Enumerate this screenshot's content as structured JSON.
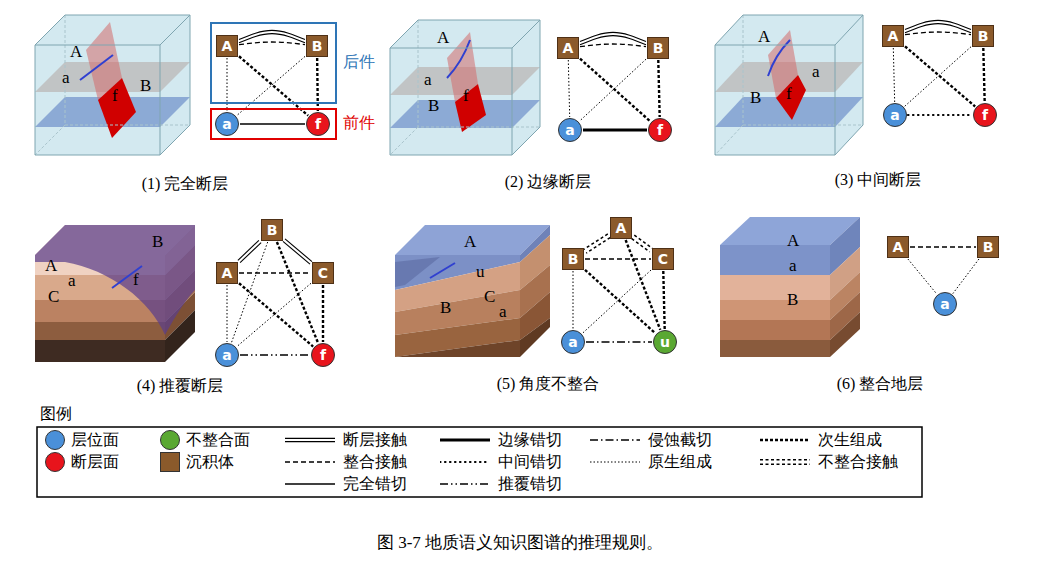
{
  "diagram": {
    "caption": "图 3-7 地质语义知识图谱的推理规则。",
    "nodes": [
      {
        "text": [
          "后件"
        ]
      },
      {
        "text": [
          "A"
        ],
        "in": 0
      },
      {
        "text": [
          "B"
        ],
        "in": 0
      },
      {
        "text": [
          "前件"
        ]
      },
      {
        "text": [
          "a"
        ],
        "in": 3
      },
      {
        "text": [
          "f"
        ],
        "in": 3
      },
      {
        "text": [
          "A"
        ]
      },
      {
        "text": [
          "B"
        ]
      },
      {
        "text": [
          "a"
        ]
      },
      {
        "text": [
          "f"
        ]
      },
      {
        "text": [
          "A"
        ]
      },
      {
        "text": [
          "B"
        ]
      },
      {
        "text": [
          "a"
        ]
      },
      {
        "text": [
          "f"
        ]
      },
      {
        "text": [
          "B"
        ]
      },
      {
        "text": [
          "A"
        ]
      },
      {
        "text": [
          "C"
        ]
      },
      {
        "text": [
          "a"
        ]
      },
      {
        "text": [
          "f"
        ]
      },
      {
        "text": [
          "A"
        ]
      },
      {
        "text": [
          "B"
        ]
      },
      {
        "text": [
          "C"
        ]
      },
      {
        "text": [
          "a"
        ]
      },
      {
        "text": [
          "u"
        ]
      },
      {
        "text": [
          "A"
        ]
      },
      {
        "text": [
          "B"
        ]
      },
      {
        "text": [
          "a"
        ]
      }
    ],
    "edges": [
      {
        "from": 1,
        "to": 2,
        "arrow": "none"
      },
      {
        "from": 1,
        "to": 2,
        "arrow": "none"
      },
      {
        "from": 1,
        "to": 4,
        "arrow": "none"
      },
      {
        "from": 1,
        "to": 5,
        "arrow": "none"
      },
      {
        "from": 2,
        "to": 4,
        "arrow": "none"
      },
      {
        "from": 2,
        "to": 5,
        "arrow": "none"
      },
      {
        "from": 4,
        "to": 5,
        "arrow": "none"
      },
      {
        "from": 6,
        "to": 7,
        "arrow": "none"
      },
      {
        "from": 6,
        "to": 7,
        "arrow": "none"
      },
      {
        "from": 6,
        "to": 8,
        "arrow": "none"
      },
      {
        "from": 6,
        "to": 9,
        "arrow": "none"
      },
      {
        "from": 7,
        "to": 8,
        "arrow": "none"
      },
      {
        "from": 7,
        "to": 9,
        "arrow": "none"
      },
      {
        "from": 8,
        "to": 9,
        "arrow": "none"
      },
      {
        "from": 10,
        "to": 11,
        "arrow": "none"
      },
      {
        "from": 10,
        "to": 11,
        "arrow": "none"
      },
      {
        "from": 10,
        "to": 12,
        "arrow": "none"
      },
      {
        "from": 10,
        "to": 13,
        "arrow": "none"
      },
      {
        "from": 11,
        "to": 12,
        "arrow": "none"
      },
      {
        "from": 11,
        "to": 13,
        "arrow": "none"
      },
      {
        "from": 12,
        "to": 13,
        "arrow": "none"
      },
      {
        "from": 14,
        "to": 15,
        "arrow": "none"
      },
      {
        "from": 14,
        "to": 16,
        "arrow": "none"
      },
      {
        "from": 15,
        "to": 16,
        "arrow": "none"
      },
      {
        "from": 14,
        "to": 17,
        "arrow": "none"
      },
      {
        "from": 14,
        "to": 18,
        "arrow": "none"
      },
      {
        "from": 15,
        "to": 17,
        "arrow": "none"
      },
      {
        "from": 15,
        "to": 18,
        "arrow": "none"
      },
      {
        "from": 16,
        "to": 17,
        "arrow": "none"
      },
      {
        "from": 16,
        "to": 18,
        "arrow": "none"
      },
      {
        "from": 17,
        "to": 18,
        "arrow": "none"
      },
      {
        "from": 19,
        "to": 20,
        "arrow": "none"
      },
      {
        "from": 19,
        "to": 21,
        "arrow": "none"
      },
      {
        "from": 20,
        "to": 21,
        "arrow": "none"
      },
      {
        "from": 19,
        "to": 23,
        "arrow": "none"
      },
      {
        "from": 20,
        "to": 22,
        "arrow": "none"
      },
      {
        "from": 20,
        "to": 23,
        "arrow": "none"
      },
      {
        "from": 21,
        "to": 23,
        "arrow": "none"
      },
      {
        "from": 21,
        "to": 22,
        "arrow": "none"
      },
      {
        "from": 22,
        "to": 23,
        "arrow": "none"
      },
      {
        "from": 24,
        "to": 25,
        "arrow": "none"
      },
      {
        "from": 24,
        "to": 26,
        "arrow": "none"
      },
      {
        "from": 25,
        "to": 26,
        "arrow": "none"
      }
    ],
    "labels": [
      "A",
      "a",
      "f",
      "B",
      "A",
      "a",
      "f",
      "B",
      "A",
      "a",
      "B",
      "f",
      "(1) 完全断层",
      "(2) 边缘断层",
      "(3) 中间断层",
      "B",
      "A",
      "a",
      "C",
      "f",
      "A",
      "u",
      "B",
      "C",
      "a",
      "A",
      "a",
      "B",
      "(4) 推覆断层",
      "(5) 角度不整合",
      "(6) 整合地层",
      "图例"
    ],
    "legend": [
      {
        "text": "层位面",
        "color": "#4a90d9"
      },
      {
        "text": "不整合面",
        "color": "#5aa832"
      },
      {
        "text": "断层接触"
      },
      {
        "text": "边缘错切"
      },
      {
        "text": "侵蚀截切"
      },
      {
        "text": "次生组成"
      },
      {
        "text": "断层面",
        "color": "#e8141c"
      },
      {
        "text": "沉积体",
        "color": "#8b5a2b"
      },
      {
        "text": "整合接触"
      },
      {
        "text": "中间错切"
      },
      {
        "text": "原生组成"
      },
      {
        "text": "不整合接触"
      },
      {
        "text": "完全错切"
      },
      {
        "text": "推覆错切"
      }
    ]
  }
}
